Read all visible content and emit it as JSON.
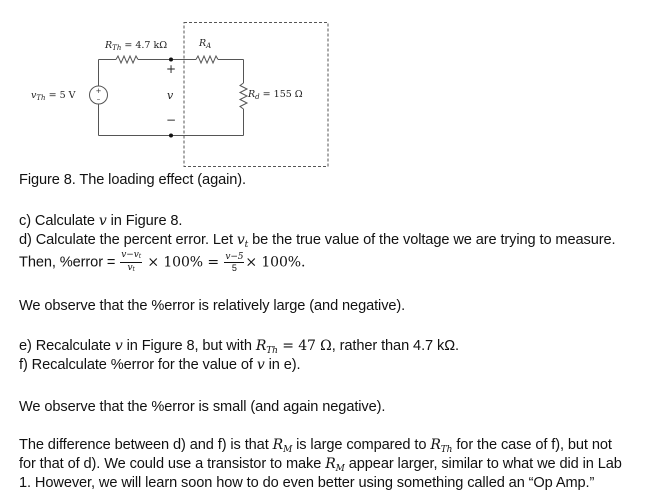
{
  "figure": {
    "labels": {
      "rth": {
        "symbol": "R",
        "sub": "Th",
        "value": "= 4.7 kΩ"
      },
      "ra": {
        "symbol": "R",
        "sub": "A"
      },
      "vth": {
        "symbol": "v",
        "sub": "Th",
        "value": "= 5 V"
      },
      "rd": {
        "symbol": "R",
        "sub": "d",
        "value": "= 155 Ω"
      },
      "v": "v",
      "plus": "+",
      "minus": "−"
    },
    "caption": "Figure 8. The loading effect (again)."
  },
  "questions": {
    "c": {
      "prefix": "c) Calculate ",
      "var": "v",
      "suffix": " in Figure 8."
    },
    "d_line1": {
      "prefix": "d) Calculate the percent error. Let ",
      "var": "v",
      "sub": "t",
      "suffix": " be the true value of the voltage we are trying to measure."
    },
    "d_line2": {
      "prefix": "Then, %error = ",
      "frac1_num": "v−v",
      "frac1_num_sub": "t",
      "frac1_den": "v",
      "frac1_den_sub": "t",
      "mid": " × 100% = ",
      "frac2_num": "v−5",
      "frac2_den": "5",
      "suffix": "× 100%."
    },
    "observe1": "We observe that the %error is relatively large (and negative).",
    "e": {
      "prefix": "e) Recalculate ",
      "var": "v",
      "mid": "  in Figure 8, but with ",
      "rsym": "R",
      "rsub": "Th",
      "value": " = 47 Ω",
      "suffix": ", rather than 4.7 kΩ."
    },
    "f": {
      "prefix": "f) Recalculate %error for the value of ",
      "var": "v",
      "suffix": " in e)."
    },
    "observe2": "We observe that the %error is small (and again negative).",
    "diff": {
      "l1_a": "The difference between d) and f) is that ",
      "l1_rm": "R",
      "l1_rm_sub": "M",
      "l1_b": " is large compared to ",
      "l1_rth": "R",
      "l1_rth_sub": "Th",
      "l1_c": " for the case of f), but not",
      "l2_a": "for that of d). We could use a transistor to make ",
      "l2_rm": "R",
      "l2_rm_sub": "M",
      "l2_b": " appear larger, similar to what we did in Lab",
      "l3": "1. However, we will learn soon how to do even better using something called an “Op Amp.”"
    }
  }
}
